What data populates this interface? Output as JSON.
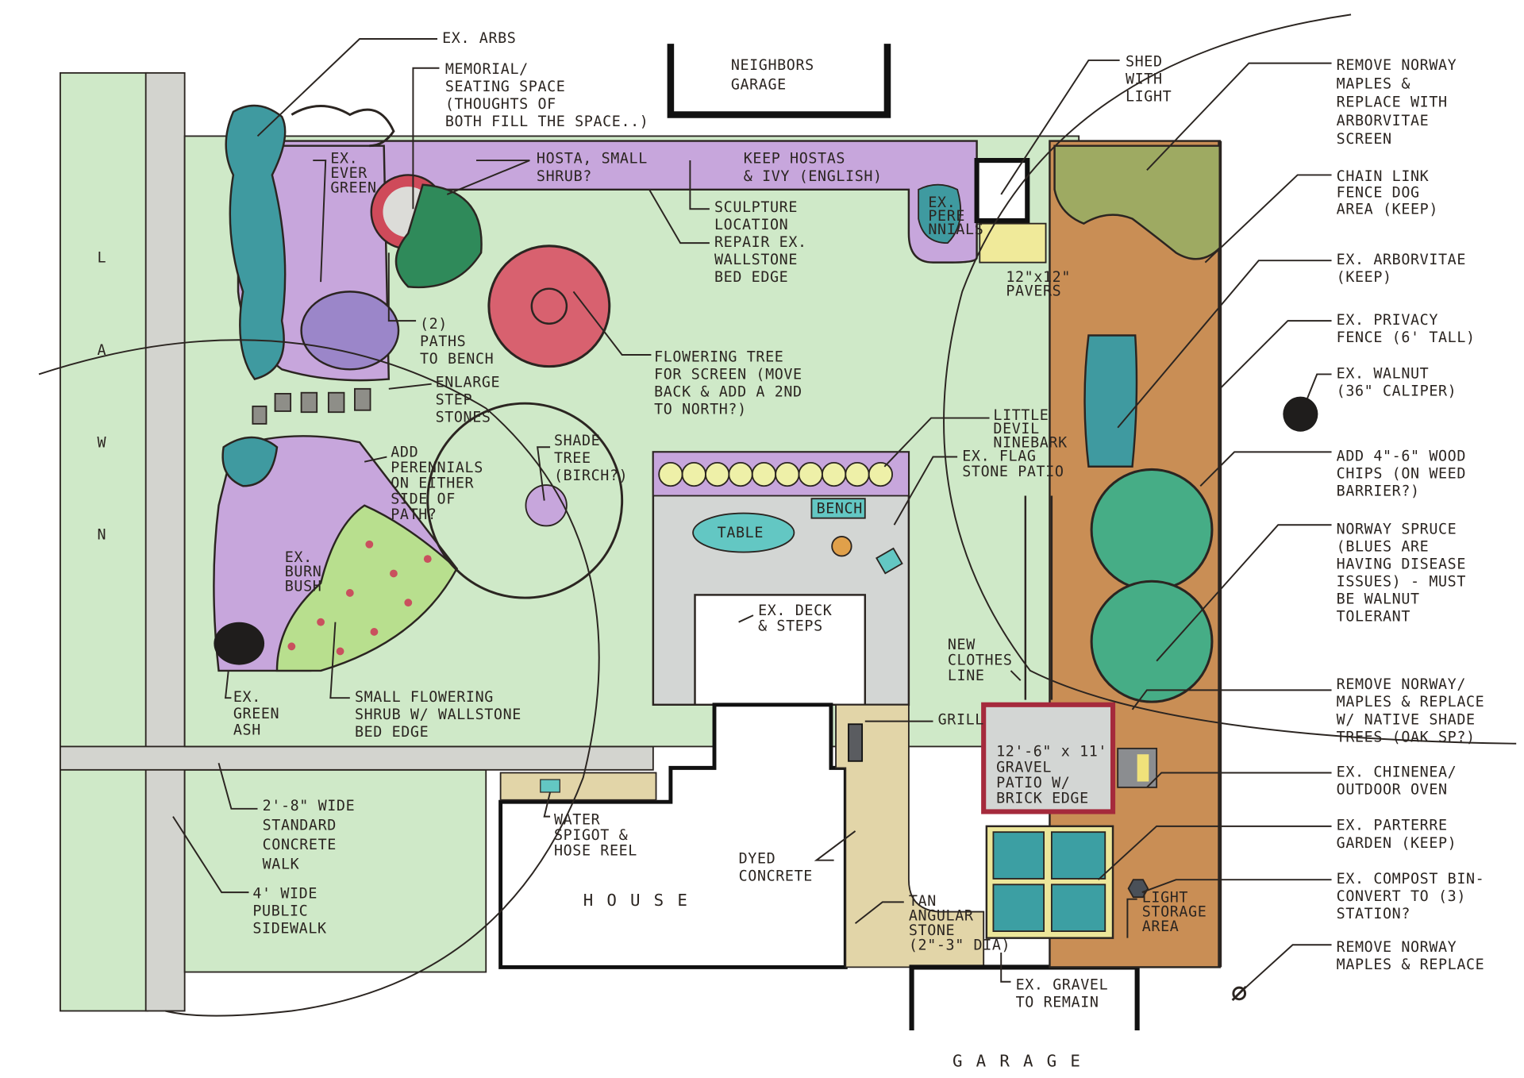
{
  "title": "Backyard Landscape Concept Plan",
  "colors": {
    "lawn": "#cfe9c8",
    "walk": "#cfd0cc",
    "bed_purple": "#c7a6dc",
    "hedge_teal": "#3f9aa0",
    "flower_tree": "#d8616f",
    "wood_chips": "#c98e55",
    "spruce": "#46ad86",
    "maple_green": "#9eaa62",
    "patio_gray": "#d3d6d4",
    "tan_stone": "#e2d5a8",
    "brick": "#a52a3c",
    "parterre_teal": "#3c9fa3",
    "ink": "#2b2521"
  },
  "labels": [
    {
      "id": "ex-arbs",
      "lines": [
        "EX. ARBS"
      ]
    },
    {
      "id": "memorial-seating",
      "lines": [
        "MEMORIAL/",
        "SEATING SPACE",
        "(THOUGHTS OF",
        "BOTH FILL THE SPACE..)"
      ]
    },
    {
      "id": "neighbors-garage",
      "lines": [
        "NEIGHBORS",
        "GARAGE"
      ]
    },
    {
      "id": "hosta-shrub",
      "lines": [
        "HOSTA, SMALL",
        "SHRUB?"
      ]
    },
    {
      "id": "keep-hostas",
      "lines": [
        "KEEP HOSTAS",
        "& IVY (ENGLISH)"
      ]
    },
    {
      "id": "ex-evergreen",
      "lines": [
        "EX.",
        "EVER",
        "GREEN"
      ]
    },
    {
      "id": "sculpture",
      "lines": [
        "SCULPTURE",
        "LOCATION"
      ]
    },
    {
      "id": "repair-wallstone",
      "lines": [
        "REPAIR EX.",
        "WALLSTONE",
        "BED EDGE"
      ]
    },
    {
      "id": "ex-pere-nnials",
      "lines": [
        "EX.",
        "PERE",
        "NNIALS"
      ]
    },
    {
      "id": "pavers",
      "lines": [
        "12\"x12\"",
        "PAVERS"
      ]
    },
    {
      "id": "paths-to-bench",
      "lines": [
        "(2)",
        "PATHS",
        "TO BENCH"
      ]
    },
    {
      "id": "enlarge-step-stones",
      "lines": [
        "ENLARGE",
        "STEP",
        "STONES"
      ]
    },
    {
      "id": "flowering-tree",
      "lines": [
        "FLOWERING TREE",
        "FOR SCREEN (MOVE",
        "BACK & ADD A 2ND",
        "TO NORTH?)"
      ]
    },
    {
      "id": "shade-tree",
      "lines": [
        "SHADE",
        "TREE",
        "(BIRCH?)"
      ]
    },
    {
      "id": "add-perennials",
      "lines": [
        "ADD",
        "PERENNIALS",
        "ON EITHER",
        "SIDE OF",
        "PATH?"
      ]
    },
    {
      "id": "ex-burn-bush",
      "lines": [
        "EX.",
        "BURN",
        "BUSH"
      ]
    },
    {
      "id": "little-devil",
      "lines": [
        "LITTLE",
        "DEVIL",
        "NINEBARK"
      ]
    },
    {
      "id": "flag-stone-patio",
      "lines": [
        "EX. FLAG",
        "STONE PATIO"
      ]
    },
    {
      "id": "bench",
      "lines": [
        "BENCH"
      ]
    },
    {
      "id": "table",
      "lines": [
        "TABLE"
      ]
    },
    {
      "id": "deck-steps",
      "lines": [
        "EX. DECK",
        "& STEPS"
      ]
    },
    {
      "id": "clothes-line",
      "lines": [
        "NEW",
        "CLOTHES",
        "LINE"
      ]
    },
    {
      "id": "grill",
      "lines": [
        "GRILL"
      ]
    },
    {
      "id": "ex-green-ash",
      "lines": [
        "EX.",
        "GREEN",
        "ASH"
      ]
    },
    {
      "id": "small-flowering-shrub",
      "lines": [
        "SMALL FLOWERING",
        "SHRUB W/ WALLSTONE",
        "BED EDGE"
      ]
    },
    {
      "id": "gravel-patio",
      "lines": [
        "12'-6\" x 11'",
        "GRAVEL",
        "PATIO W/",
        "BRICK EDGE"
      ]
    },
    {
      "id": "concrete-walk",
      "lines": [
        "2'-8\" WIDE",
        "STANDARD",
        "CONCRETE",
        "WALK"
      ]
    },
    {
      "id": "water-spigot",
      "lines": [
        "WATER",
        "SPIGOT &",
        "HOSE REEL"
      ]
    },
    {
      "id": "dyed-concrete",
      "lines": [
        "DYED",
        "CONCRETE"
      ]
    },
    {
      "id": "public-sidewalk",
      "lines": [
        "4' WIDE",
        "PUBLIC",
        "SIDEWALK"
      ]
    },
    {
      "id": "house",
      "lines": [
        "HOUSE"
      ]
    },
    {
      "id": "tan-stone",
      "lines": [
        "TAN",
        "ANGULAR",
        "STONE",
        "(2\"-3\" DIA)"
      ]
    },
    {
      "id": "light-storage",
      "lines": [
        "LIGHT",
        "STORAGE",
        "AREA"
      ]
    },
    {
      "id": "ex-gravel",
      "lines": [
        "EX. GRAVEL",
        "TO REMAIN"
      ]
    },
    {
      "id": "garage",
      "lines": [
        "GARAGE"
      ]
    },
    {
      "id": "lawn",
      "lines": [
        "L",
        "A",
        "W",
        "N"
      ]
    },
    {
      "id": "shed",
      "lines": [
        "SHED",
        "WITH",
        "LIGHT"
      ]
    },
    {
      "id": "remove-maples-arborvitae",
      "lines": [
        "REMOVE NORWAY",
        "MAPLES &",
        "REPLACE WITH",
        "ARBORVITAE",
        "SCREEN"
      ]
    },
    {
      "id": "chain-link",
      "lines": [
        "CHAIN LINK",
        "FENCE DOG",
        "AREA (KEEP)"
      ]
    },
    {
      "id": "ex-arborvitae",
      "lines": [
        "EX. ARBORVITAE",
        "(KEEP)"
      ]
    },
    {
      "id": "privacy-fence",
      "lines": [
        "EX. PRIVACY",
        "FENCE (6' TALL)"
      ]
    },
    {
      "id": "walnut",
      "lines": [
        "EX. WALNUT",
        "(36\" CALIPER)"
      ]
    },
    {
      "id": "wood-chips",
      "lines": [
        "ADD 4\"-6\" WOOD",
        "CHIPS (ON WEED",
        "BARRIER?)"
      ]
    },
    {
      "id": "norway-spruce",
      "lines": [
        "NORWAY SPRUCE",
        "(BLUES ARE",
        "HAVING DISEASE",
        "ISSUES) - MUST",
        "BE WALNUT",
        "TOLERANT"
      ]
    },
    {
      "id": "remove-maples-native",
      "lines": [
        "REMOVE NORWAY/",
        "MAPLES & REPLACE",
        "W/ NATIVE SHADE",
        "TREES (OAK SP?)"
      ]
    },
    {
      "id": "chiminea",
      "lines": [
        "EX. CHINENEA/",
        "OUTDOOR OVEN"
      ]
    },
    {
      "id": "parterre",
      "lines": [
        "EX. PARTERRE",
        "GARDEN (KEEP)"
      ]
    },
    {
      "id": "compost",
      "lines": [
        "EX. COMPOST BIN-",
        "CONVERT TO (3)",
        "STATION?"
      ]
    },
    {
      "id": "remove-maples-replace",
      "lines": [
        "REMOVE NORWAY",
        "MAPLES & REPLACE"
      ]
    }
  ]
}
